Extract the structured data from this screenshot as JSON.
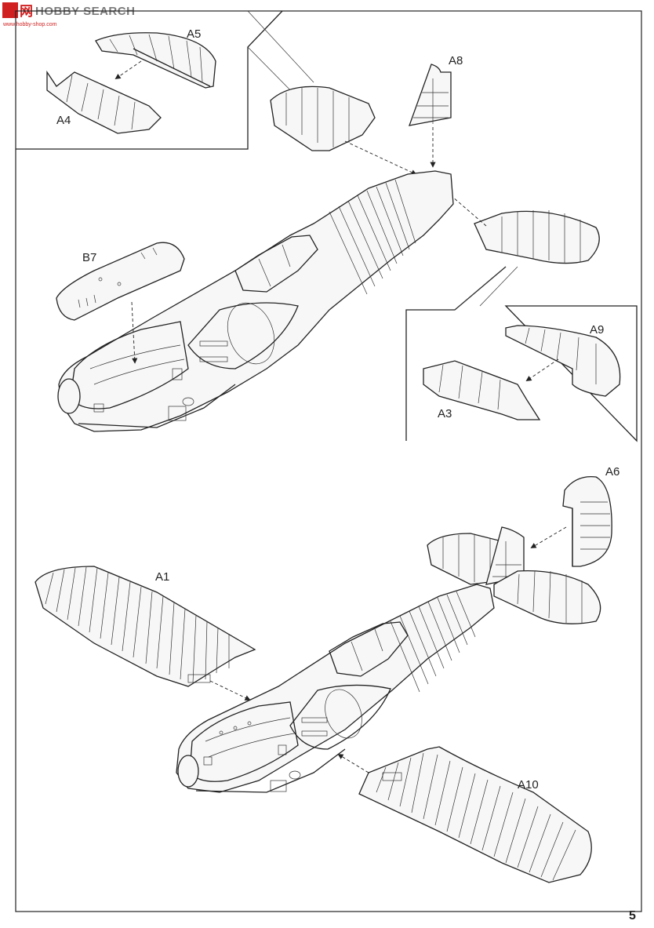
{
  "watermark": {
    "brand_cn": "雷",
    "brand_cn2": "网",
    "brand_en": "HOBBY SEARCH",
    "url": "www.hobby-shop.com"
  },
  "parts": {
    "a5": "A5",
    "a4": "A4",
    "a8": "A8",
    "b7": "B7",
    "a9": "A9",
    "a3": "A3",
    "a6": "A6",
    "a1": "A1",
    "a10": "A10"
  },
  "page_number": "5"
}
